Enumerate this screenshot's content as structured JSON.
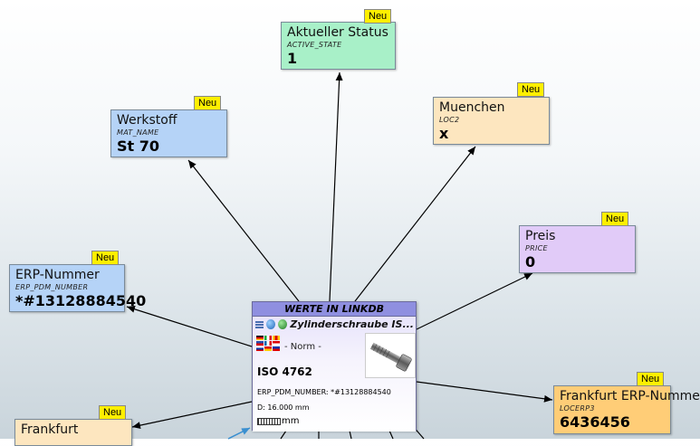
{
  "badge_label": "Neu",
  "nodes": {
    "status": {
      "label": "Aktueller Status",
      "key": "ACTIVE_STATE",
      "value": "1"
    },
    "werkstoff": {
      "label": "Werkstoff",
      "key": "MAT_NAME",
      "value": "St 70"
    },
    "muenchen": {
      "label": "Muenchen",
      "key": "LOC2",
      "value": "x"
    },
    "preis": {
      "label": "Preis",
      "key": "PRICE",
      "value": "0"
    },
    "erp": {
      "label": "ERP-Nummer",
      "key": "ERP_PDM_NUMBER",
      "value": "*#13128884540"
    },
    "frankfurt_erp": {
      "label": "Frankfurt ERP-Numme",
      "key": "LOCERP3",
      "value": "6436456"
    },
    "frankfurt": {
      "label": "Frankfurt"
    }
  },
  "center": {
    "header": "WERTE IN LINKDB",
    "product_name": "Zylinderschraube IS...",
    "norm": "- Norm -",
    "iso": "ISO 4762",
    "erp_line": "ERP_PDM_NUMBER: *#13128884540",
    "dimension": "D: 16.000 mm",
    "unit": "mm"
  },
  "colors": {
    "green": "#a8f0c8",
    "blue": "#b5d3f7",
    "peach": "#fde6bf",
    "violet": "#e1cbf8",
    "orange": "#ffcd77",
    "badge": "#ffef00",
    "header": "#8f8fe0"
  },
  "icons": [
    "menu-icon",
    "s-circle-icon",
    "catalog-circle-icon",
    "flags-icon",
    "ruler-icon"
  ]
}
